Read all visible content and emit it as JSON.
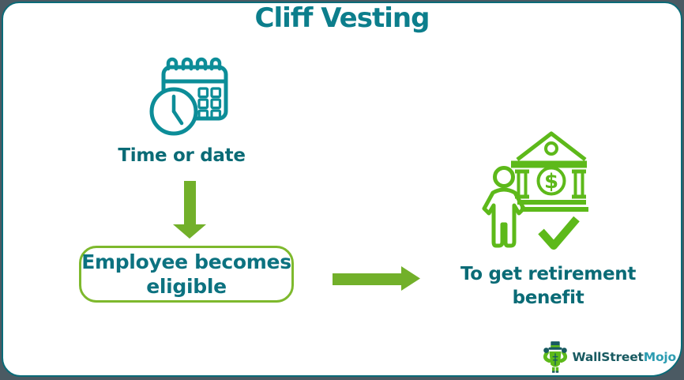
{
  "title": "Cliff Vesting",
  "steps": {
    "trigger": {
      "label": "Time or date",
      "icon": "calendar-clock-icon"
    },
    "eligibility": {
      "text": "Employee becomes eligible",
      "lines": [
        "Employee becomes",
        "eligible"
      ]
    },
    "benefit": {
      "text": "To get retirement benefit",
      "lines": [
        "To get retirement",
        "benefit"
      ],
      "icon": "person-bank-checkmark-icon"
    }
  },
  "connectors": {
    "down_arrow": "down-arrow-icon",
    "right_arrow": "right-arrow-icon"
  },
  "logo": {
    "part1": "WallStreet",
    "part2": "Mojo",
    "icon": "wallstreetmojo-mascot-icon"
  },
  "colors": {
    "frame_dark": "#4b5a63",
    "border_teal": "#0a6b78",
    "title_teal": "#0c7e8c",
    "teal_text": "#0c7280",
    "teal_dark": "#0a6b76",
    "icon_teal": "#0c8d98",
    "arrow_green": "#72b02a",
    "box_border_green": "#7eb92d",
    "icon_green": "#5db91a",
    "logo_dark": "#185a61",
    "logo_light": "#2e9db2"
  }
}
